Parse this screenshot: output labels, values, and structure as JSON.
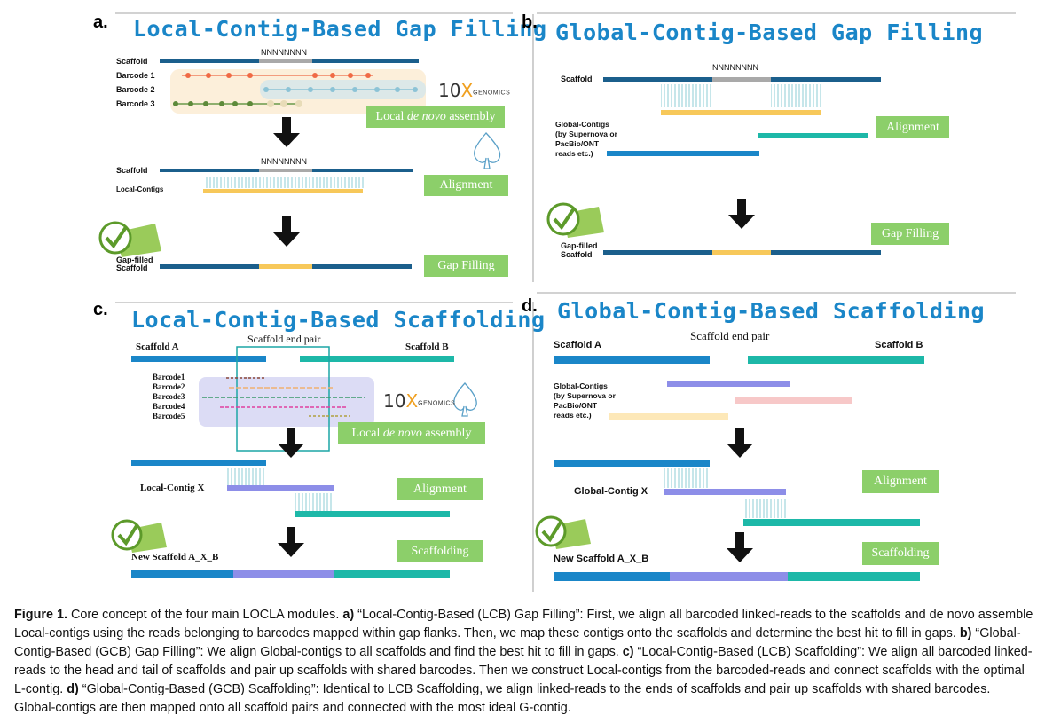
{
  "panels": {
    "a": {
      "label": "a.",
      "title": "Local-Contig-Based Gap Filling",
      "gap_text_1": "NNNNNNNN",
      "gap_text_2": "NNNNNNNN",
      "scaffold_1": "Scaffold",
      "barcode_1": "Barcode 1",
      "barcode_2": "Barcode 2",
      "barcode_3": "Barcode 3",
      "scaffold_2": "Scaffold",
      "local_contigs": "Local-Contigs",
      "gap_filled_1": "Gap-filled",
      "gap_filled_2": "Scaffold",
      "box_assembly_pre": "Local ",
      "box_assembly_em": "de novo",
      "box_assembly_post": " assembly",
      "box_alignment": "Alignment",
      "box_gap_filling": "Gap Filling",
      "tenx_num": "10",
      "tenx_x": "X",
      "tenx_text": "GENOMICS"
    },
    "b": {
      "label": "b.",
      "title": "Global-Contig-Based Gap Filling",
      "gap_text": "NNNNNNNN",
      "scaffold": "Scaffold",
      "global_contigs_1": "Global-Contigs",
      "global_contigs_2": "(by Supernova or",
      "global_contigs_3": "PacBio/ONT",
      "global_contigs_4": "reads etc.)",
      "gap_filled_1": "Gap-filled",
      "gap_filled_2": "Scaffold",
      "box_alignment": "Alignment",
      "box_gap_filling": "Gap Filling"
    },
    "c": {
      "label": "c.",
      "title": "Local-Contig-Based Scaffolding",
      "scaffold_a": "Scaffold A",
      "scaffold_b": "Scaffold B",
      "end_pair": "Scaffold end pair",
      "barcodes": [
        "Barcode1",
        "Barcode2",
        "Barcode3",
        "Barcode4",
        "Barcode5"
      ],
      "local_contig_x": "Local-Contig X",
      "new_scaffold": "New Scaffold A_X_B",
      "box_assembly_pre": "Local ",
      "box_assembly_em": "de novo",
      "box_assembly_post": " assembly",
      "box_alignment": "Alignment",
      "box_scaffolding": "Scaffolding",
      "tenx_num": "10",
      "tenx_x": "X",
      "tenx_text": "GENOMICS"
    },
    "d": {
      "label": "d.",
      "title": "Global-Contig-Based Scaffolding",
      "scaffold_a": "Scaffold A",
      "scaffold_b": "Scaffold B",
      "end_pair": "Scaffold end pair",
      "global_contigs_1": "Global-Contigs",
      "global_contigs_2": "(by Supernova or",
      "global_contigs_3": "PacBio/ONT",
      "global_contigs_4": "reads etc.)",
      "global_contig_x": "Global-Contig X",
      "new_scaffold": "New Scaffold A_X_B",
      "box_alignment": "Alignment",
      "box_scaffolding": "Scaffolding"
    }
  },
  "caption": {
    "figure_label": "Figure 1.",
    "intro": " Core concept of the four main LOCLA modules. ",
    "a_tag": "a)",
    "a_text": " “Local-Contig-Based (LCB) Gap Filling”: First, we align all barcoded linked-reads to the scaffolds and de novo assemble Local-contigs using the reads belonging to barcodes mapped within gap flanks. Then, we map these contigs onto the scaffolds and determine the best hit to fill in gaps. ",
    "b_tag": "b)",
    "b_text": " “Global-Contig-Based (GCB) Gap Filling”: We align Global-contigs to all scaffolds and find the best hit to fill in gaps. ",
    "c_tag": "c)",
    "c_text": " “Local-Contig-Based (LCB) Scaffolding”: We align all barcoded linked-reads to the head and tail of scaffolds and pair up scaffolds with shared barcodes. Then we construct Local-contigs from the barcoded-reads and connect scaffolds with the optimal L-contig. ",
    "d_tag": "d)",
    "d_text": " “Global-Contig-Based (GCB) Scaffolding”: Identical to LCB Scaffolding, we align linked-reads to the ends of scaffolds and pair up scaffolds with shared barcodes. Global-contigs are then mapped onto all scaffold pairs and connected with the most ideal G-contig."
  },
  "colors": {
    "scaffold_dark": "#1b5f8c",
    "scaffold_blue": "#1a86c8",
    "gap_grey": "#a9a9a9",
    "fill_yellow": "#f7c85a",
    "teal": "#1db8a8",
    "purple": "#8d8ee8",
    "green_box": "#8ccf6a",
    "title_blue": "#1a86c8"
  }
}
